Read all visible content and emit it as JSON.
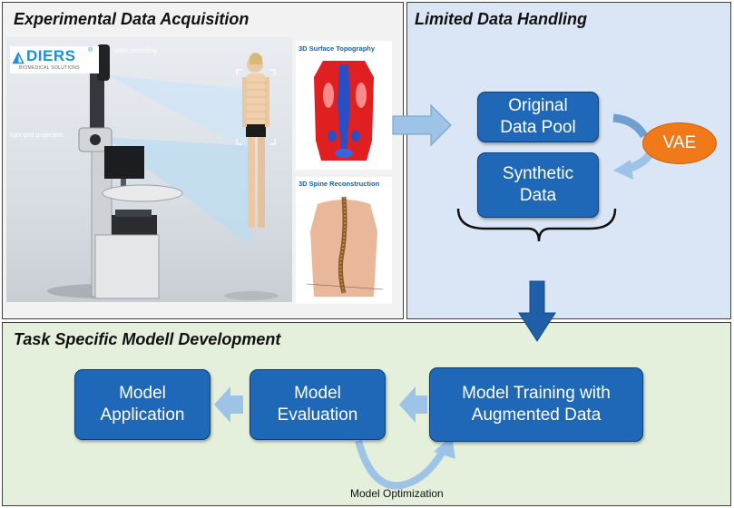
{
  "panels": {
    "acquisition": {
      "title": "Experimental Data Acquisition",
      "logo": "DIERS",
      "logo_registered": "®",
      "logo_subtitle": "BIOMEDICAL SOLUTIONS",
      "label_video": "video recording",
      "label_grid": "light grid projection",
      "label_topography": "3D Surface Topography",
      "label_spine": "3D Spine Reconstruction"
    },
    "handling": {
      "title": "Limited Data Handling",
      "original_line1": "Original",
      "original_line2": "Data Pool",
      "synthetic_line1": "Synthetic",
      "synthetic_line2": "Data",
      "vae": "VAE"
    },
    "development": {
      "title": "Task Specific Modell Development",
      "application_line1": "Model",
      "application_line2": "Application",
      "evaluation_line1": "Model",
      "evaluation_line2": "Evaluation",
      "training_line1": "Model Training with",
      "training_line2": "Augmented Data",
      "optimization": "Model Optimization"
    }
  },
  "colors": {
    "box_blue": "#1f68b8",
    "vae_orange": "#f07a1a",
    "panel_top_left": "#f2f2f2",
    "panel_top_right": "#dae6f5",
    "panel_bottom": "#e4f0dc",
    "arrow_light": "#9dc3e6",
    "arrow_dark": "#1f5fa8"
  }
}
